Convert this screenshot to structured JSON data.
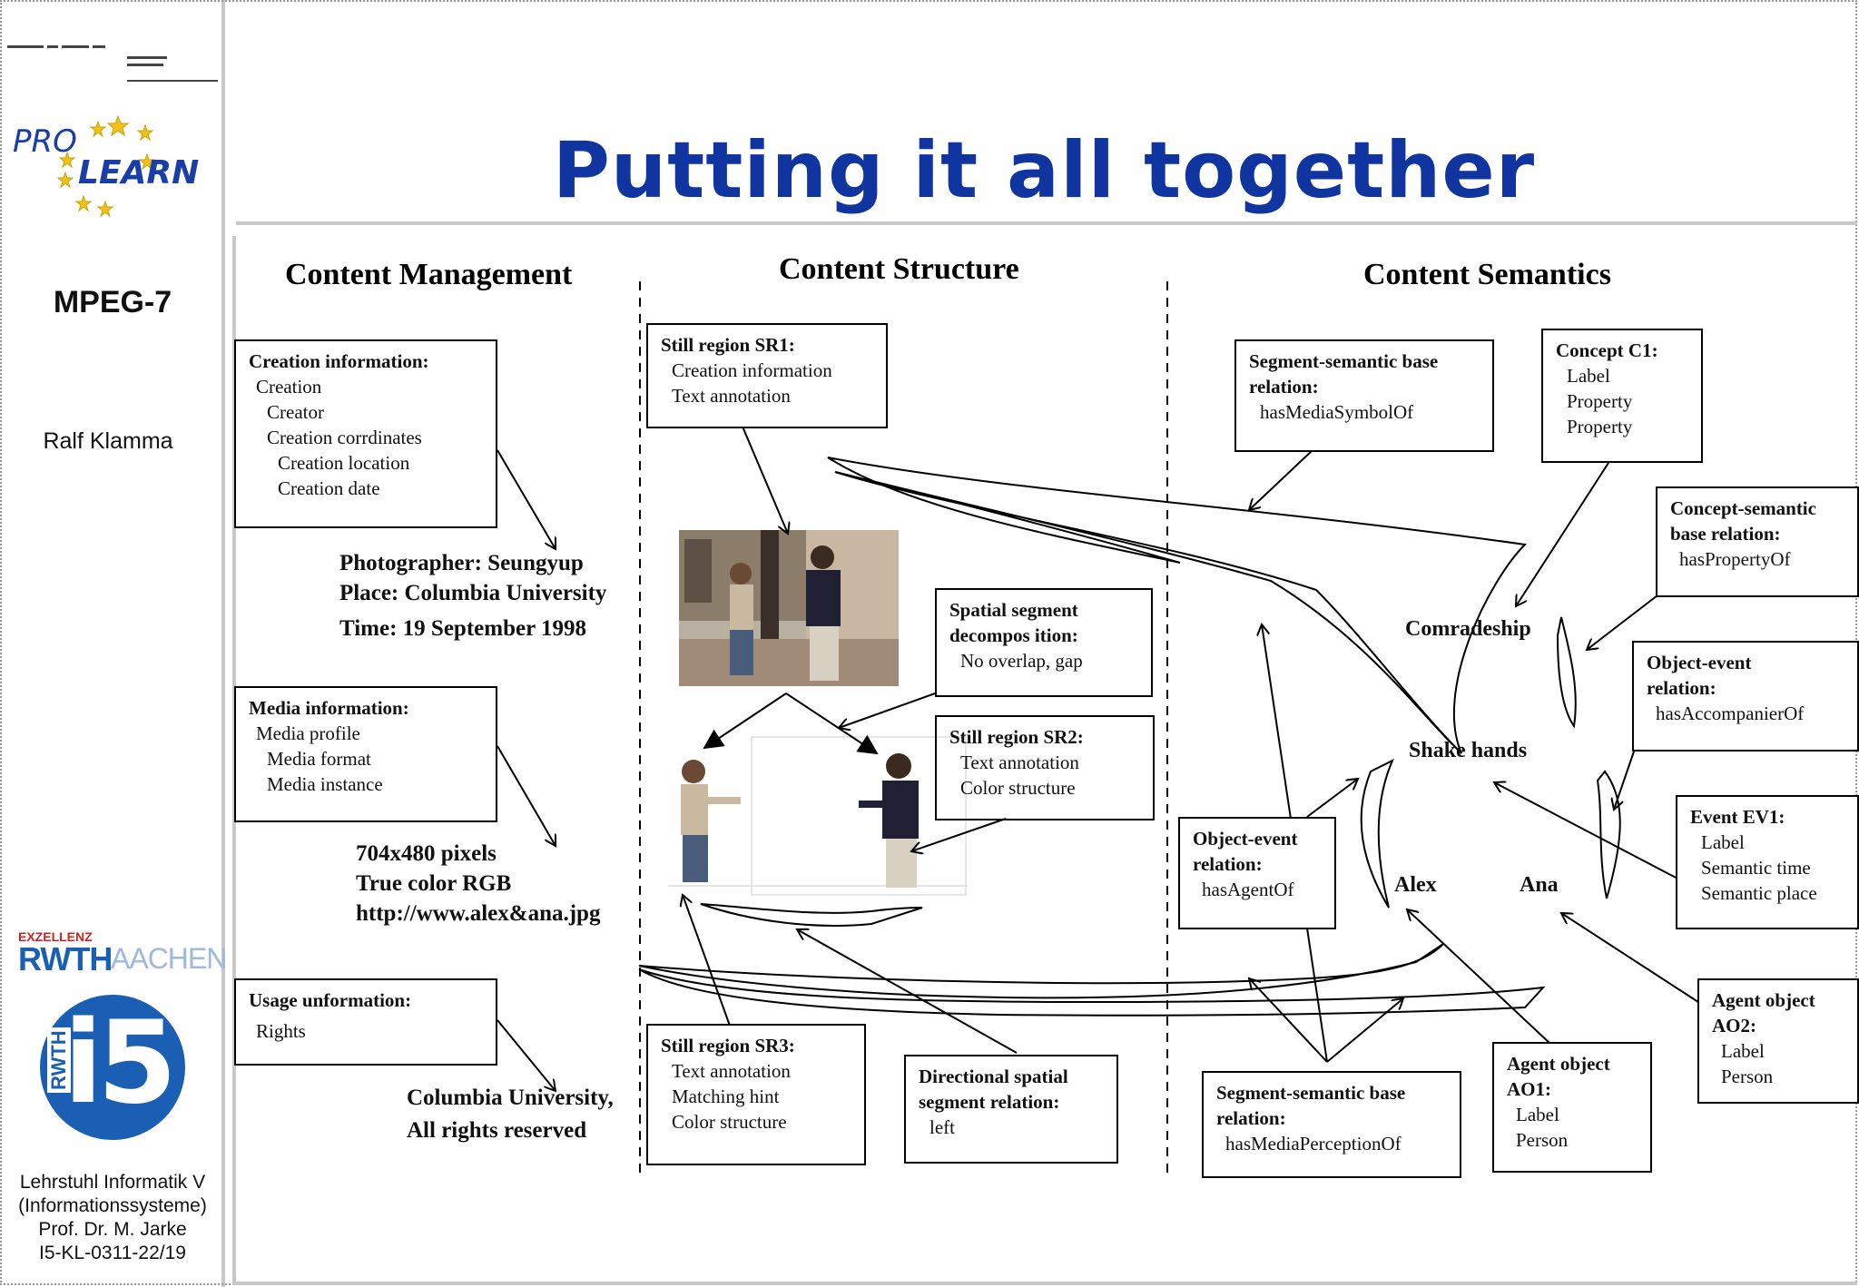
{
  "slide": {
    "title": "Putting it all together",
    "topic": "MPEG-7",
    "author": "Ralf Klamma",
    "logo_text": {
      "pro": "PRO",
      "learn": "LEARN",
      "exzellenz": "EXZELLENZ",
      "rwth": "RWTH",
      "aachen": "AACHEN",
      "i5": "i5",
      "rwth_vertical": "RWTH"
    },
    "footer": [
      "Lehrstuhl Informatik V",
      "(Informationssysteme)",
      "Prof. Dr. M. Jarke",
      "I5-KL-0311-22/19"
    ]
  },
  "columns": {
    "management": "Content Management",
    "structure": "Content Structure",
    "semantics": "Content Semantics"
  },
  "management": {
    "creation_box": {
      "title": "Creation information:",
      "lines": [
        "Creation",
        "Creator",
        "Creation corrdinates",
        "Creation location",
        "Creation date"
      ]
    },
    "creation_values": [
      "Photographer: Seungyup",
      "Place: Columbia University",
      "Time: 19 September 1998"
    ],
    "media_box": {
      "title": "Media information:",
      "lines": [
        "Media profile",
        "Media format",
        "Media instance"
      ]
    },
    "media_values": [
      "704x480 pixels",
      "True color RGB",
      "http://www.alex&ana.jpg"
    ],
    "usage_box": {
      "title": "Usage unformation:",
      "lines": [
        "Rights"
      ]
    },
    "usage_values": [
      "Columbia University,",
      "All rights reserved"
    ]
  },
  "structure": {
    "sr1": {
      "title": "Still region SR1:",
      "lines": [
        "Creation information",
        "Text annotation"
      ]
    },
    "spatial": {
      "title_lines": [
        "Spatial segment",
        "decompos ition:"
      ],
      "lines": [
        "No overlap, gap"
      ]
    },
    "sr2": {
      "title": "Still region SR2:",
      "lines": [
        "Text annotation",
        "Color structure"
      ]
    },
    "sr3": {
      "title": "Still region SR3:",
      "lines": [
        "Text annotation",
        "Matching hint",
        "Color structure"
      ]
    },
    "directional": {
      "title_lines": [
        "Directional spatial",
        "segment relation:"
      ],
      "lines": [
        "left"
      ]
    }
  },
  "semantics": {
    "seg_sem_top": {
      "title_lines": [
        "Segment-semantic base",
        "relation:"
      ],
      "lines": [
        "hasMediaSymbolOf"
      ]
    },
    "concept_c1": {
      "title": "Concept C1:",
      "lines": [
        "Label",
        "Property",
        "Property"
      ]
    },
    "concept_sem": {
      "title_lines": [
        "Concept-semantic",
        "base relation:"
      ],
      "lines": [
        "hasPropertyOf"
      ]
    },
    "obj_event_right": {
      "title_lines": [
        "Object-event",
        "relation:"
      ],
      "lines": [
        "hasAccompanierOf"
      ]
    },
    "event_ev1": {
      "title": "Event EV1:",
      "lines": [
        "Label",
        "Semantic time",
        "Semantic place"
      ]
    },
    "obj_event_left": {
      "title_lines": [
        "Object-event",
        "relation:"
      ],
      "lines": [
        "hasAgentOf"
      ]
    },
    "agent_ao2": {
      "title_lines": [
        "Agent object",
        "AO2:"
      ],
      "lines": [
        "Label",
        "Person"
      ]
    },
    "agent_ao1": {
      "title_lines": [
        "Agent object",
        "AO1:"
      ],
      "lines": [
        "Label",
        "Person"
      ]
    },
    "seg_sem_bottom": {
      "title_lines": [
        "Segment-semantic base",
        "relation:"
      ],
      "lines": [
        "hasMediaPerceptionOf"
      ]
    },
    "nodes": {
      "comradeship": "Comradeship",
      "shake_hands": "Shake hands",
      "alex": "Alex",
      "ana": "Ana"
    }
  },
  "colors": {
    "title": "#1034a0",
    "divider": "#c8c8c8",
    "logo_blue": "#1a5fb4"
  }
}
